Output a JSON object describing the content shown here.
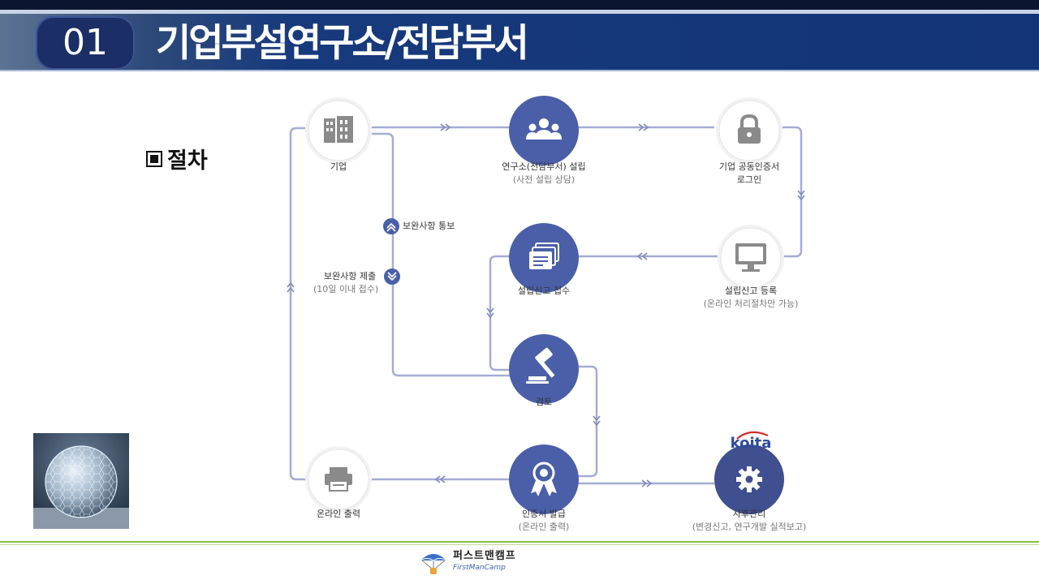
{
  "header": {
    "number": "01",
    "title": "기업부설연구소/전담부서"
  },
  "section": {
    "label": "절차"
  },
  "nodes": {
    "company": {
      "label": "기업",
      "icon": "building-icon"
    },
    "establish": {
      "label": "연구소(전담부서) 설립",
      "sub": "(사전 설립 상담)",
      "icon": "people-icon"
    },
    "login": {
      "label": "기업 공동인증서",
      "label2": "로그인",
      "icon": "lock-icon"
    },
    "receive": {
      "label": "설립신고 접수",
      "icon": "documents-icon"
    },
    "register": {
      "label": "설립신고 등록",
      "sub": "(온라인 처리절차만 가능)",
      "icon": "monitor-icon"
    },
    "review": {
      "label": "검토",
      "icon": "gavel-icon"
    },
    "print": {
      "label": "온라인 출력",
      "icon": "printer-icon"
    },
    "certificate": {
      "label": "인증서 발급",
      "sub": "(온라인 출력)",
      "icon": "award-icon"
    },
    "aftercare": {
      "label": "사후관리",
      "sub": "(변경신고, 연구개발 실적보고)",
      "icon": "gear-icon",
      "logo": "koita"
    }
  },
  "notes": {
    "supplement_notice": "보완사항 통보",
    "supplement_submit": "보완사항 제출",
    "supplement_submit_sub": "(10일 이내 접수)"
  },
  "footer": {
    "brand_ko": "퍼스트맨캠프",
    "brand_en": "FirstManCamp"
  },
  "colors": {
    "header_bg": "#173a7c",
    "node_blue": "#4a5fa8",
    "node_gray": "#8a8a8a",
    "line": "#a3acd4",
    "footer_green": "#8dbb3c"
  }
}
